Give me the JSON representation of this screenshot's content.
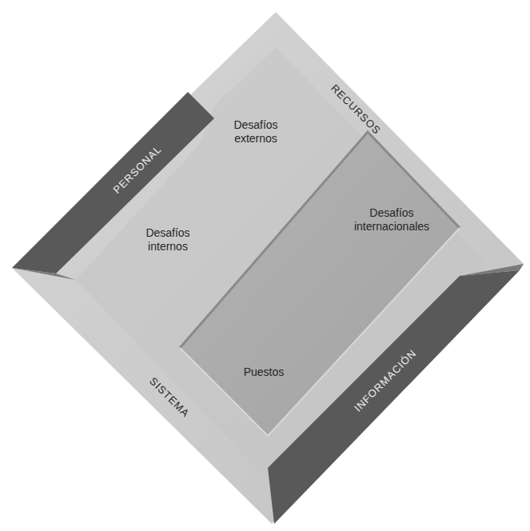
{
  "diagram": {
    "labels": [
      "PERSONAL",
      "Desafíos externos",
      "RECURSOS",
      "Desafíos internos",
      "Desafíos internacionales",
      "SISTEMA",
      "Puestos",
      "INFORMACIÓN"
    ]
  }
}
